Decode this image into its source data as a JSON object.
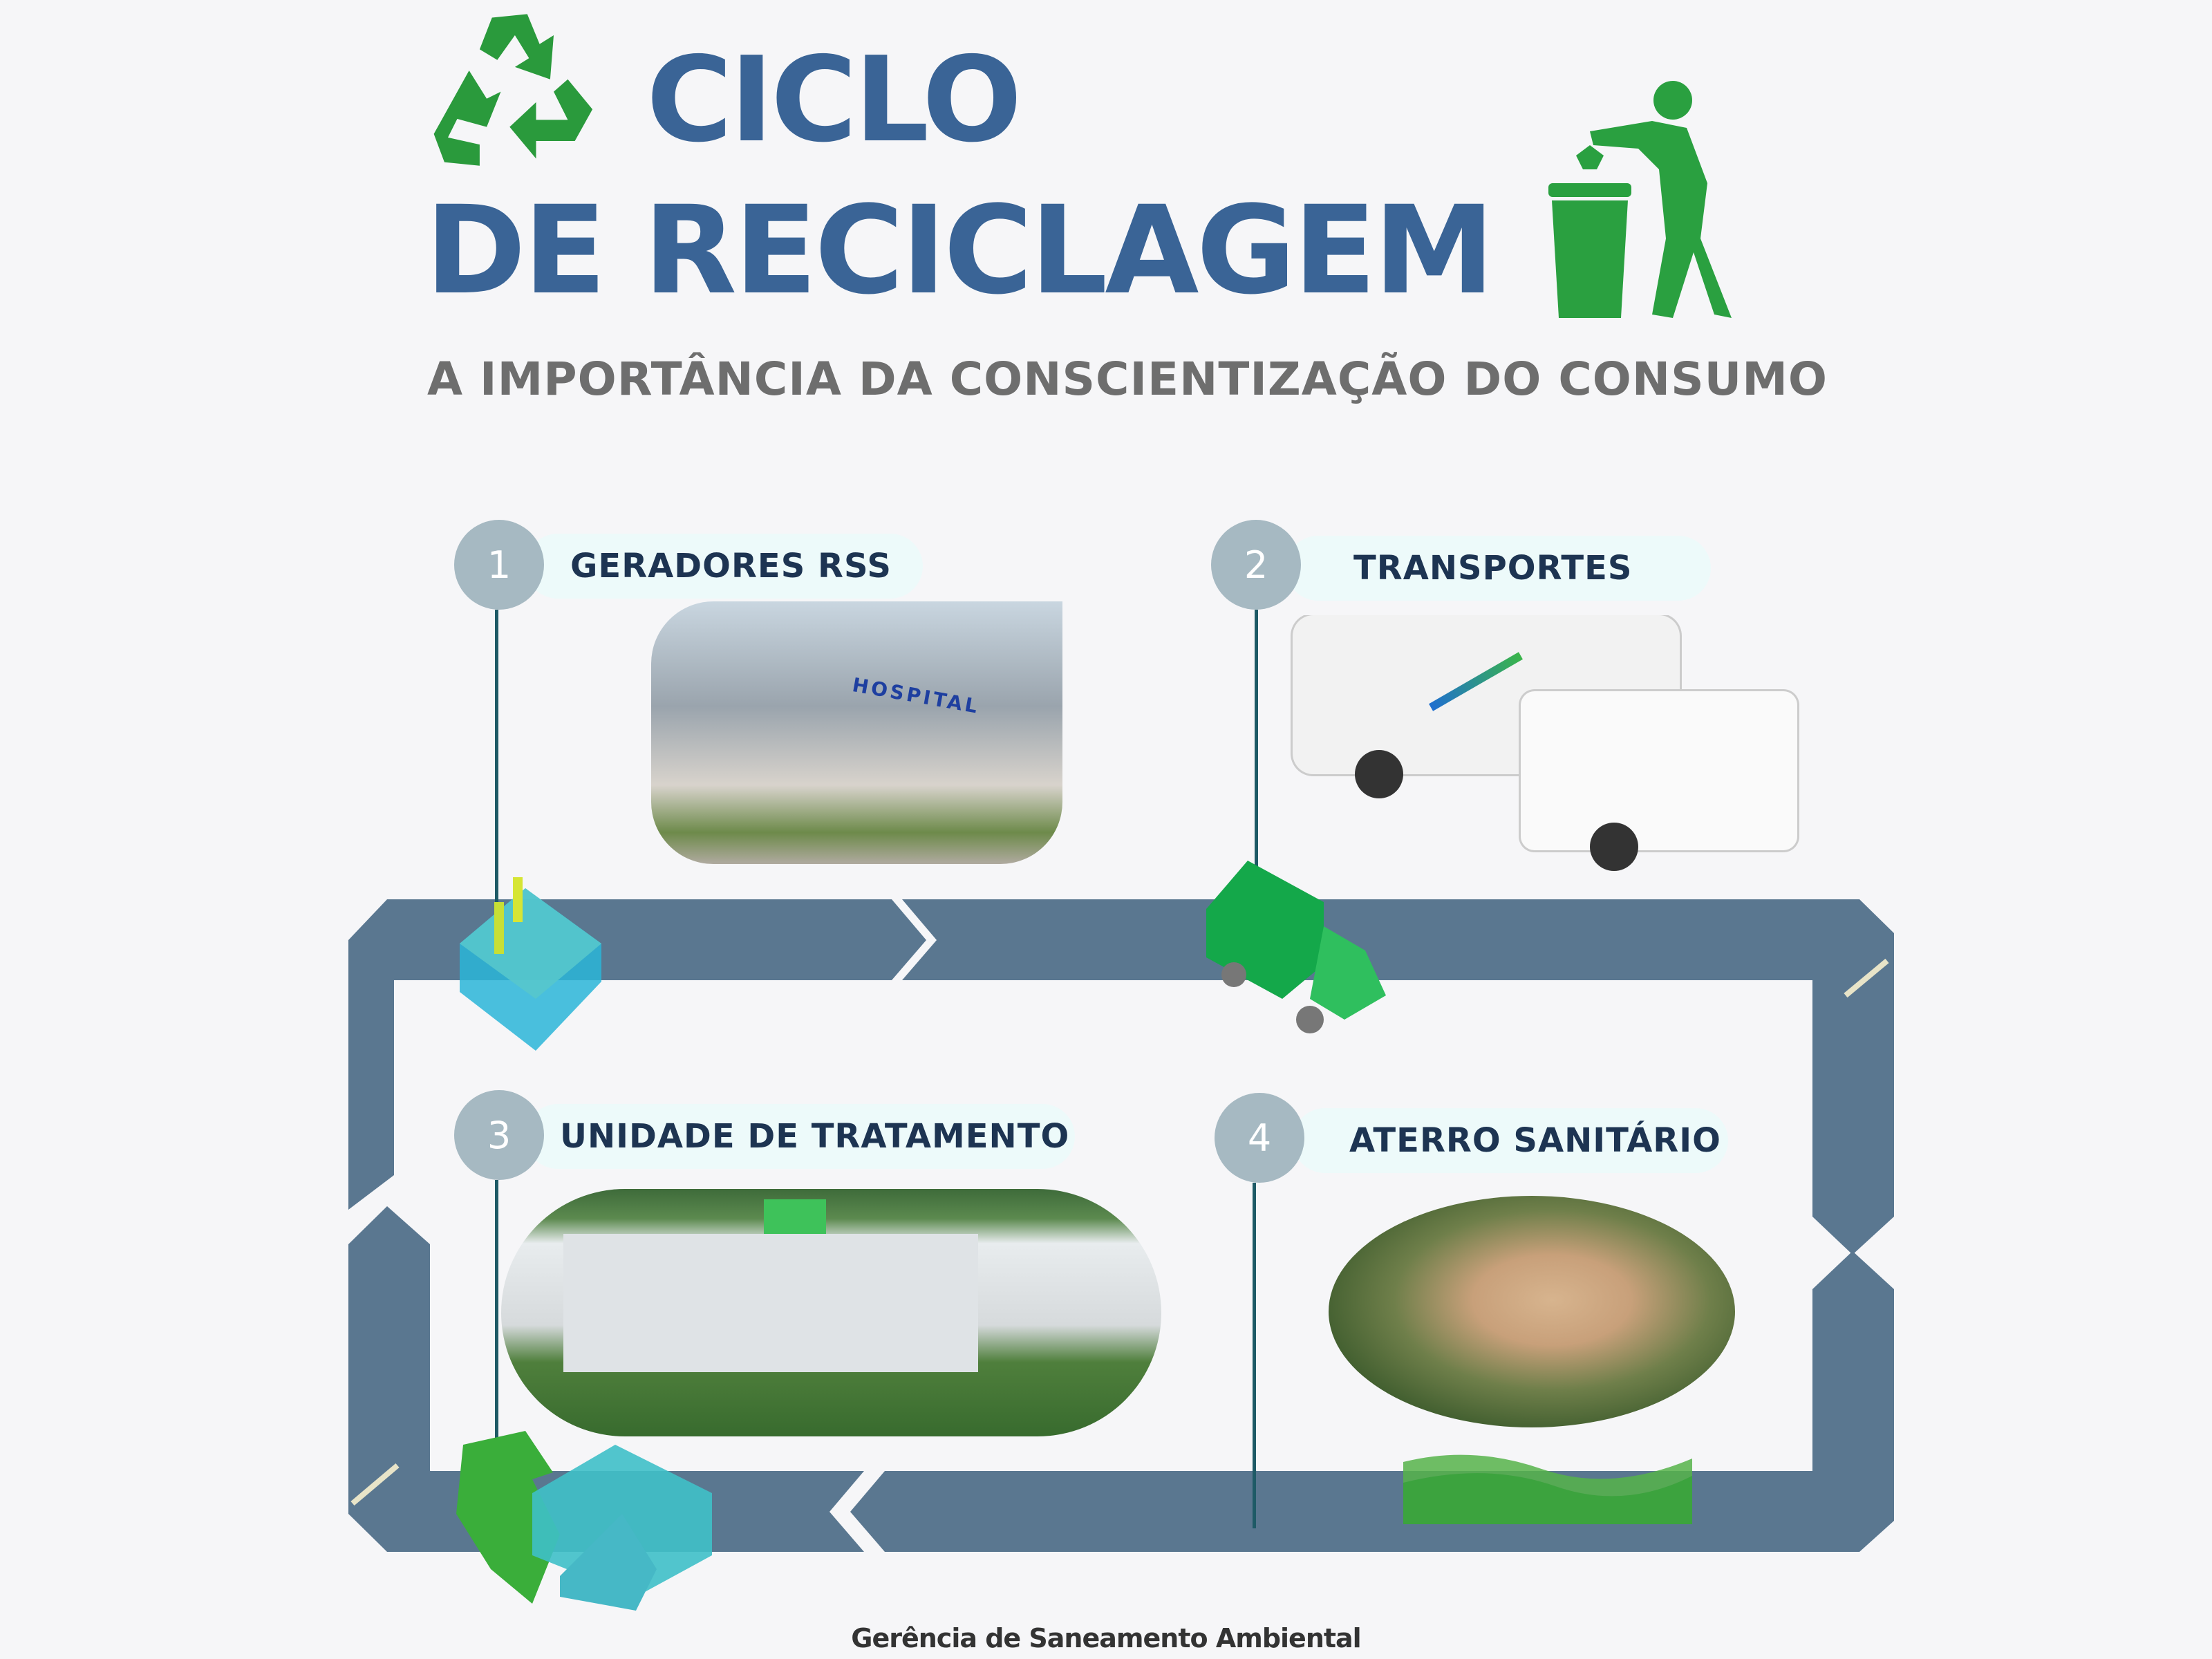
{
  "header": {
    "title_line1": "CICLO",
    "title_line2": "DE RECICLAGEM",
    "subtitle": "A IMPORTÂNCIA DA CONSCIENTIZAÇÃO DO CONSUMO"
  },
  "steps": [
    {
      "number": "1",
      "label": "GERADORES RSS"
    },
    {
      "number": "2",
      "label": "TRANSPORTES"
    },
    {
      "number": "3",
      "label": "UNIDADE DE TRATAMENTO"
    },
    {
      "number": "4",
      "label": "ATERRO SANITÁRIO"
    }
  ],
  "footer": "Gerência de Saneamento Ambiental",
  "colors": {
    "title": "#3a6496",
    "loop": "#5a7790",
    "green": "#1fa640",
    "circle": "#a6b9c2"
  }
}
